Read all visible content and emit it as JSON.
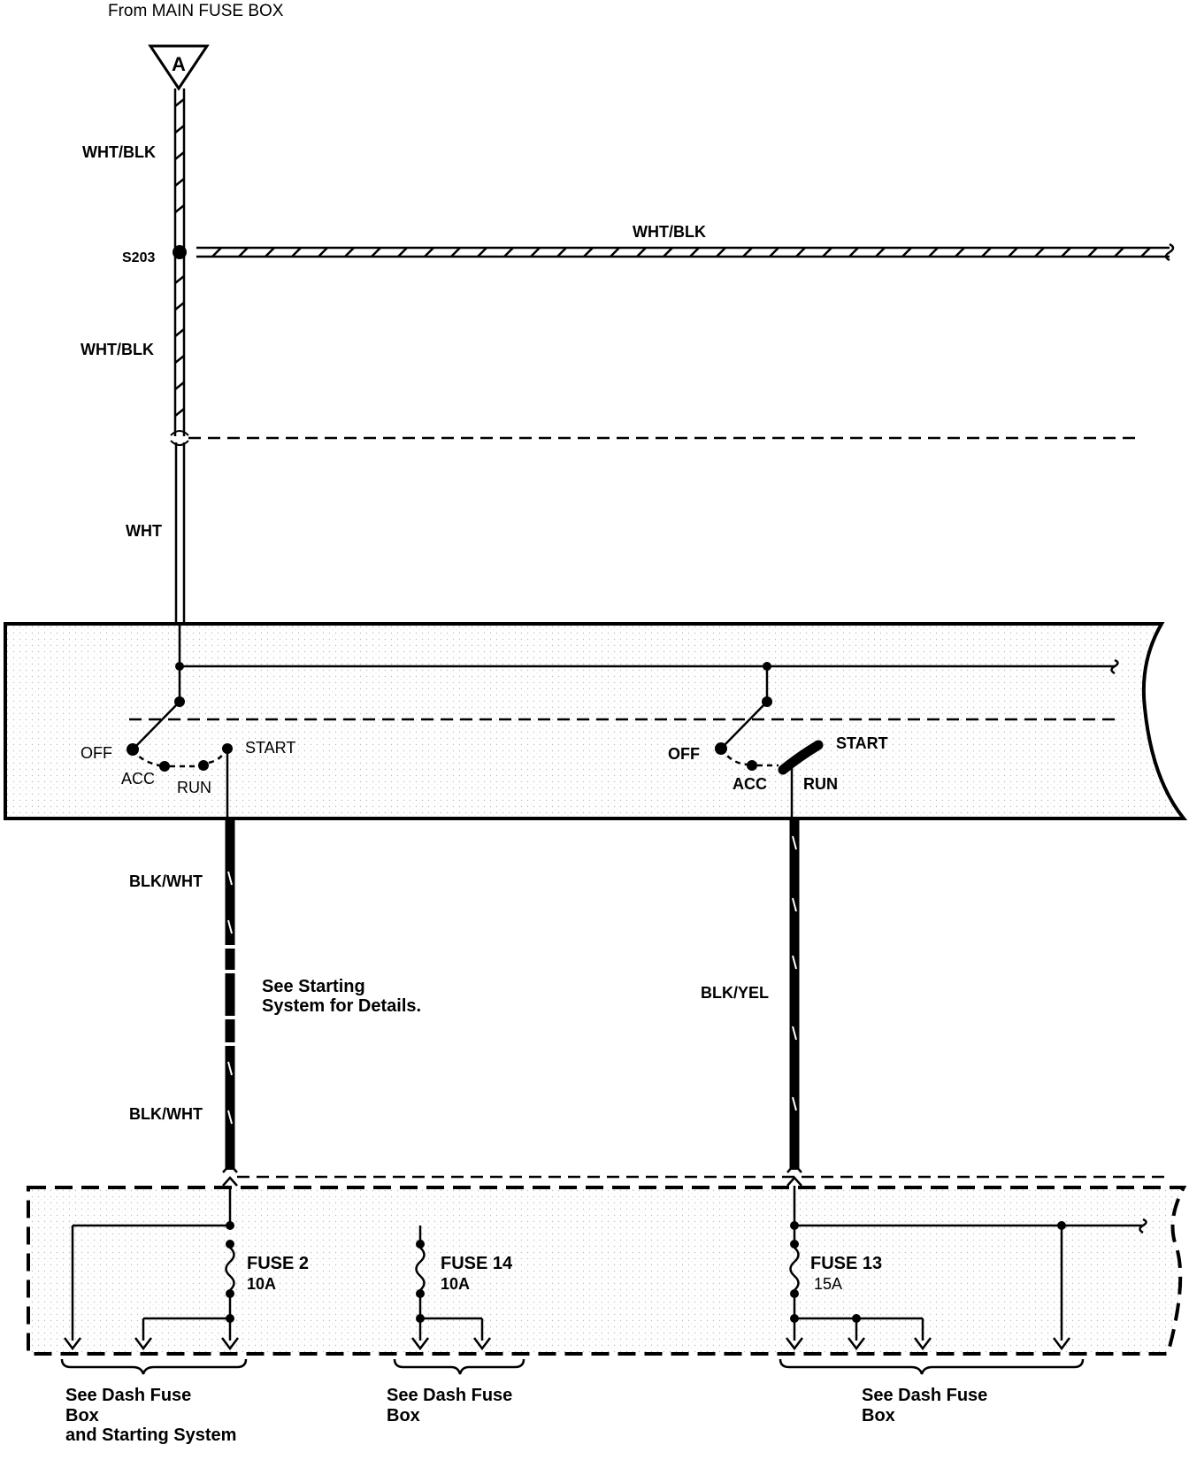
{
  "source": {
    "label": "From MAIN FUSE BOX",
    "connector": "A"
  },
  "wires": {
    "upper1": "WHT/BLK",
    "splice": "S203",
    "branch": "WHT/BLK",
    "upper2": "WHT/BLK",
    "lower": "WHT",
    "start_wire_top": "BLK/WHT",
    "start_wire_bottom": "BLK/WHT",
    "run_wire": "BLK/YEL"
  },
  "ignition_switch": {
    "left": {
      "off": "OFF",
      "acc": "ACC",
      "run": "RUN",
      "start": "START"
    },
    "right": {
      "off": "OFF",
      "acc": "ACC",
      "run": "RUN",
      "start": "START"
    }
  },
  "note": {
    "line1": "See Starting",
    "line2": "System for Details."
  },
  "fuses": [
    {
      "name": "FUSE 2",
      "rating": "10A"
    },
    {
      "name": "FUSE 14",
      "rating": "10A"
    },
    {
      "name": "FUSE 13",
      "rating": "15A"
    }
  ],
  "references": [
    {
      "line1": "See Dash Fuse",
      "line2": "Box",
      "line3": "and Starting System"
    },
    {
      "line1": "See Dash Fuse",
      "line2": "Box"
    },
    {
      "line1": "See Dash Fuse",
      "line2": "Box"
    }
  ],
  "colors": {
    "ink": "#000000",
    "paper": "#ffffff",
    "stipple": "#cfcfcf"
  }
}
